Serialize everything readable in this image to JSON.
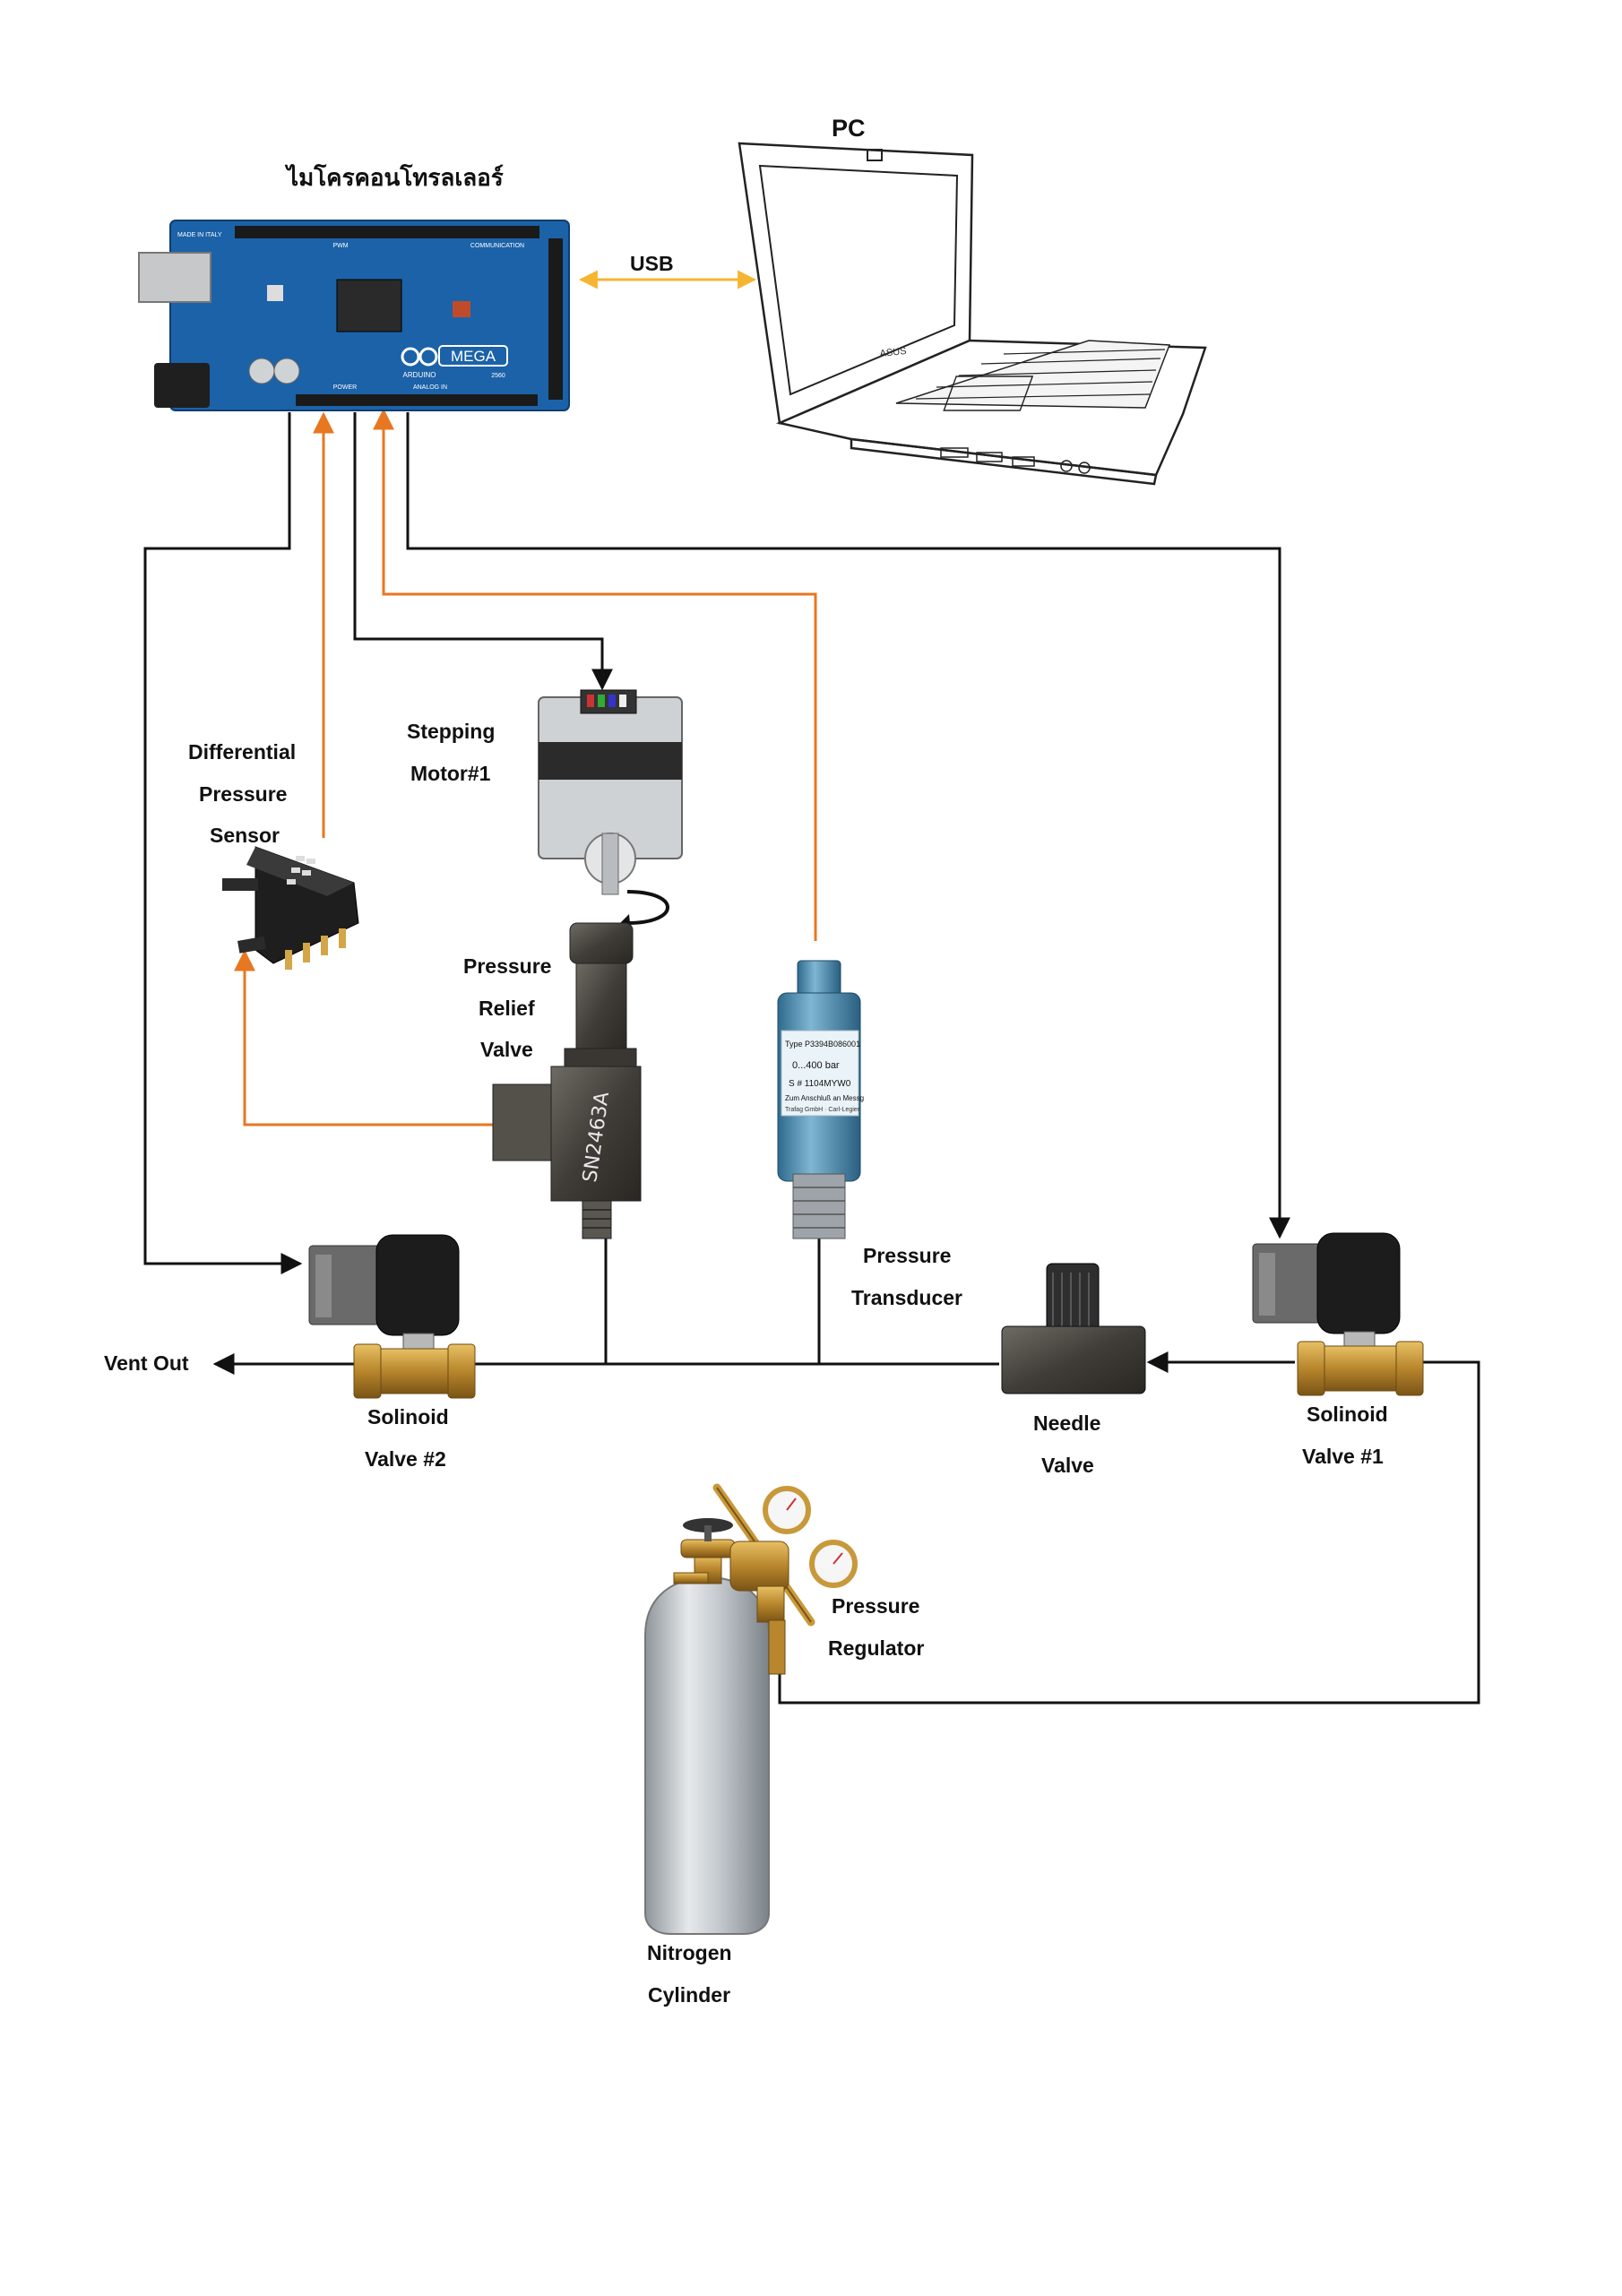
{
  "labels": {
    "microcontroller": "ไมโครคอนโทรลเลอร์",
    "pc": "PC",
    "usb": "USB",
    "stepping_motor": [
      "Stepping",
      "Motor#1"
    ],
    "diff_sensor": [
      "Differential",
      "Pressure",
      "Sensor"
    ],
    "relief_valve": [
      "Pressure",
      "Relief",
      "Valve"
    ],
    "transducer": [
      "Pressure",
      "Transducer"
    ],
    "needle_valve": [
      "Needle",
      "Valve"
    ],
    "solenoid_1": [
      "Solinoid",
      "Valve #1"
    ],
    "solenoid_2": [
      "Solinoid",
      "Valve #2"
    ],
    "vent_out": "Vent Out",
    "regulator": [
      "Pressure",
      "Regulator"
    ],
    "cylinder": [
      "Nitrogen",
      "Cylinder"
    ]
  },
  "board_text": {
    "mega": "MEGA",
    "arduino": "ARDUINO",
    "model": "2560",
    "made_in": "MADE IN ITALY",
    "communication": "COMMUNICATION",
    "power": "POWER",
    "analog_in": "ANALOG IN",
    "pwm": "PWM"
  },
  "laptop_brand": "ASUS",
  "transducer_text": [
    "Type P3394B086001",
    "0...400 bar",
    "S # 1104MYW0",
    "Zum Anschluß an Messg",
    "Trafag GmbH · Carl-Legien"
  ],
  "relief_valve_marking": "SN2463A",
  "colors": {
    "signal_orange": "#e87722",
    "usb_yellow": "#f5b531",
    "wire_black": "#111111",
    "board_blue": "#1c62a8",
    "brass": "#c8993a",
    "steel": "#b9bec3",
    "transducer_blue": "#4a8bb0"
  }
}
